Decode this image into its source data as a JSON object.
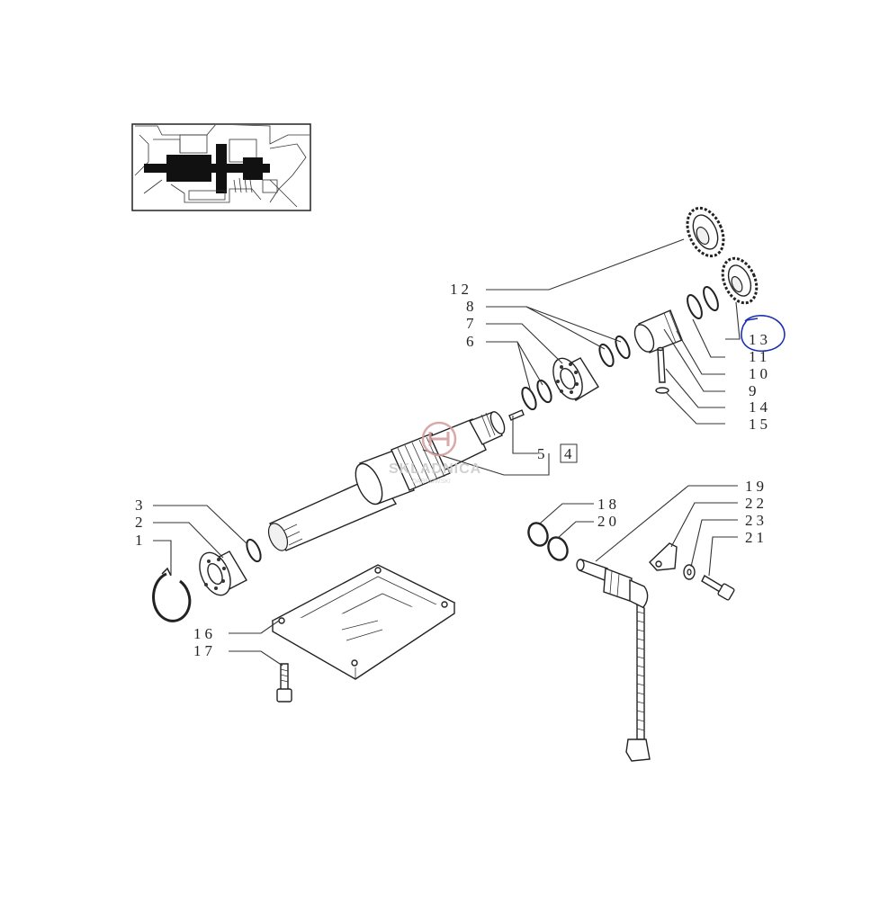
{
  "callouts": {
    "c1": "1",
    "c2": "2",
    "c3": "3",
    "c4": "4",
    "c5": "5",
    "c6": "6",
    "c7": "7",
    "c8": "8",
    "c9": "9",
    "c10": "10",
    "c11": "11",
    "c12": "12",
    "c13": "13",
    "c14": "14",
    "c15": "15",
    "c16": "16",
    "c17": "17",
    "c18": "18",
    "c19": "19",
    "c20": "20",
    "c21": "21",
    "c22": "22",
    "c23": "23"
  },
  "watermark": {
    "brand": "SKLADNICA",
    "sub": "DĄBROWSKI"
  },
  "annotation": {
    "color": "#1a2fb0"
  },
  "colors": {
    "line": "#333333",
    "watermark": "#d39a9a"
  }
}
